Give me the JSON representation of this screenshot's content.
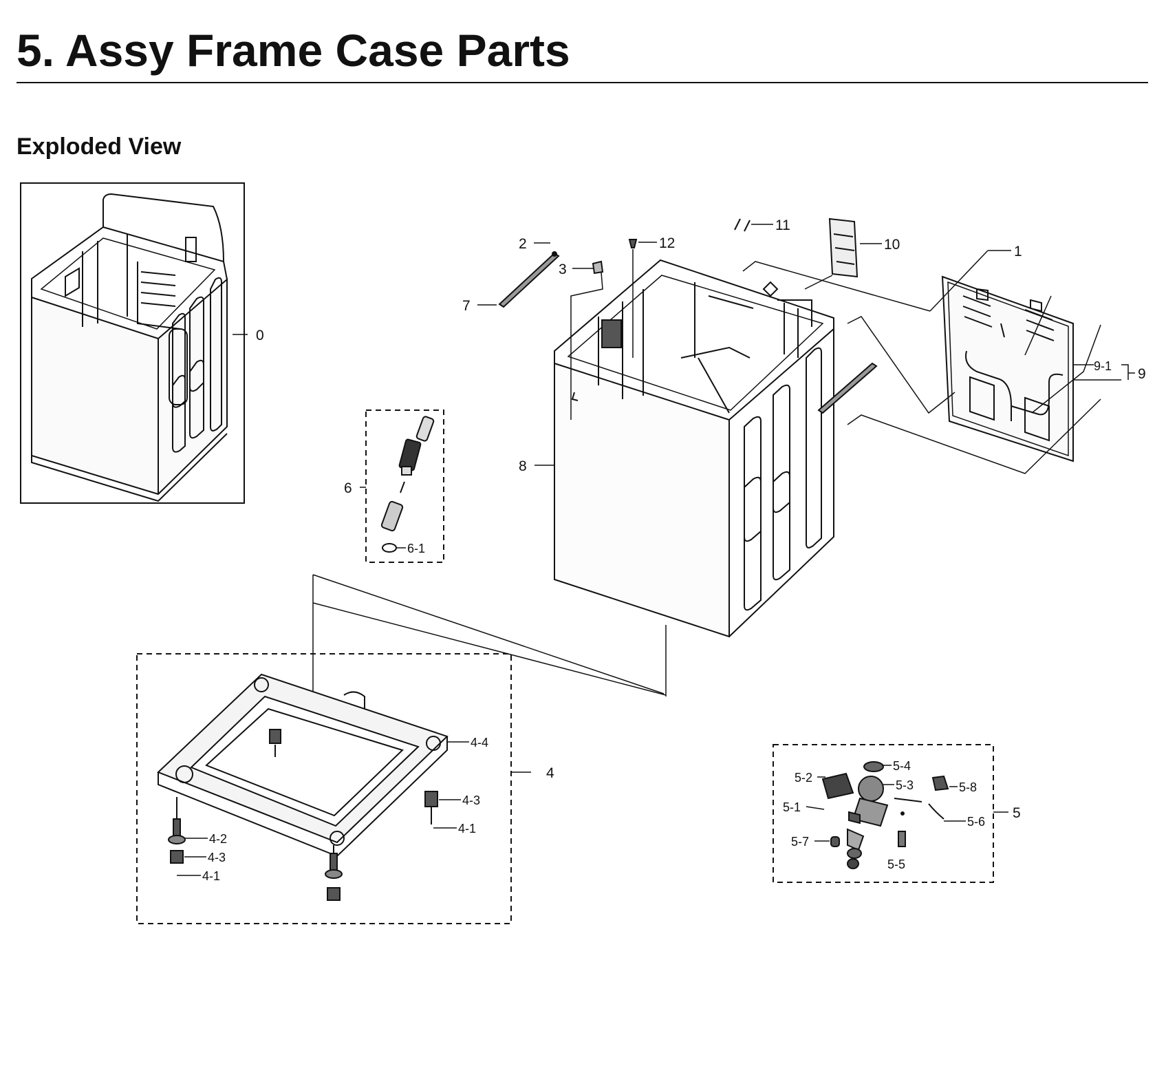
{
  "page": {
    "title": "5.  Assy Frame Case Parts",
    "subtitle": "Exploded View"
  },
  "callouts": {
    "c0": "0",
    "c1": "1",
    "c2": "2",
    "c3": "3",
    "c4": "4",
    "c4_1a": "4-1",
    "c4_1b": "4-1",
    "c4_2": "4-2",
    "c4_3a": "4-3",
    "c4_3b": "4-3",
    "c4_4": "4-4",
    "c5": "5",
    "c5_1": "5-1",
    "c5_2": "5-2",
    "c5_3": "5-3",
    "c5_4": "5-4",
    "c5_5": "5-5",
    "c5_6": "5-6",
    "c5_7": "5-7",
    "c5_8": "5-8",
    "c6": "6",
    "c6_1": "6-1",
    "c7": "7",
    "c8": "8",
    "c9": "9",
    "c9_1": "9-1",
    "c10": "10",
    "c11": "11",
    "c12": "12"
  }
}
